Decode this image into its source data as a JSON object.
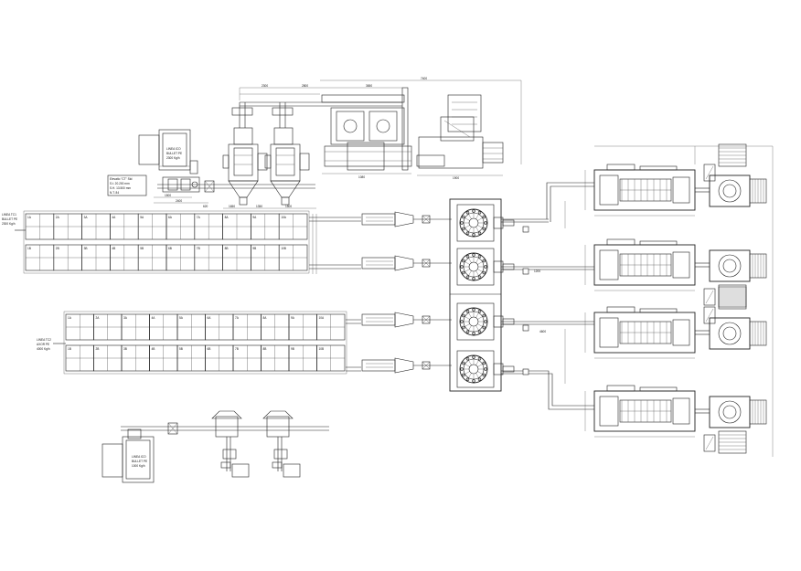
{
  "labels": {
    "linea1": [
      "LINEA TC1",
      "BULLET PE",
      "2300 Kg/h"
    ],
    "linea2": [
      "LINEA TC2",
      "AXOR PE",
      "4000 Kg/h"
    ],
    "linea_top": [
      "LINEA ICO",
      "BULLET PE",
      "2300 Kg/h"
    ],
    "linea_bottom": [
      "LINEA ICO",
      "BULLET PE",
      "1000 Kg/h"
    ],
    "note": [
      "Elevatio \"CT\" Std",
      "S.t. 20.200 mm",
      "S.H. 13.500 mm",
      "N.T. 84"
    ]
  },
  "silos_row1_top": [
    "1A",
    "2A",
    "3A",
    "4A",
    "5A",
    "6A",
    "7A",
    "8A",
    "9A",
    "10A"
  ],
  "silos_row1_bottom": [
    "1B",
    "2B",
    "3B",
    "4B",
    "5B",
    "6B",
    "7B",
    "8B",
    "9B",
    "10B"
  ],
  "silos_row2_top": [
    "1A",
    "2A",
    "3A",
    "4A",
    "5A",
    "6A",
    "7A",
    "8A",
    "9A",
    "10A"
  ],
  "silos_row2_bottom": [
    "1B",
    "2B",
    "3B",
    "4B",
    "5B",
    "6B",
    "7B",
    "8B",
    "9B",
    "10B"
  ],
  "dimensions": {
    "d1": "1500",
    "d2": "2400",
    "d3": "1650",
    "d4": "1350",
    "d5": "1500",
    "d6": "620",
    "d7": "1080",
    "d8": "1900",
    "d9": "1200",
    "t1": "2300",
    "t2": "2800",
    "t3": "3650",
    "t4": "7400",
    "t5": "4600"
  }
}
